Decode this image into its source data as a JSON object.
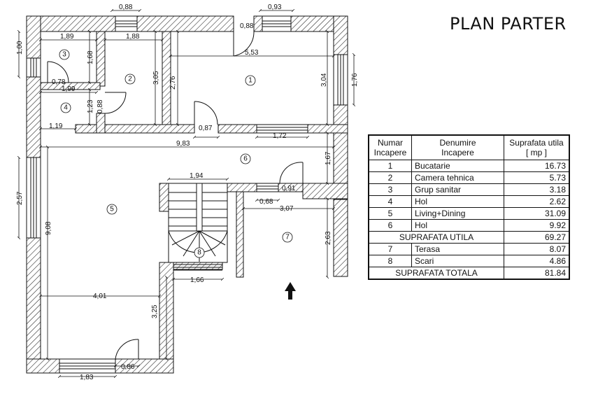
{
  "title": "PLAN PARTER",
  "table": {
    "headers": [
      "Numar\nIncapere",
      "Denumire\nIncapere",
      "Suprafata utila\n[ mp ]"
    ],
    "rows": [
      {
        "nr": "1",
        "name": "Bucatarie",
        "area": "16.73"
      },
      {
        "nr": "2",
        "name": "Camera tehnica",
        "area": "5.73"
      },
      {
        "nr": "3",
        "name": "Grup sanitar",
        "area": "3.18"
      },
      {
        "nr": "4",
        "name": "Hol",
        "area": "2.62"
      },
      {
        "nr": "5",
        "name": "Living+Dining",
        "area": "31.09"
      },
      {
        "nr": "6",
        "name": "Hol",
        "area": "9.92"
      }
    ],
    "subtotal": {
      "label": "SUPRAFATA UTILA",
      "value": "69.27"
    },
    "rows2": [
      {
        "nr": "7",
        "name": "Terasa",
        "area": "8.07"
      },
      {
        "nr": "8",
        "name": "Scari",
        "area": "4.86"
      }
    ],
    "total": {
      "label": "SUPRAFATA TOTALA",
      "value": "81.84"
    }
  },
  "dims": {
    "d088a": "0,88",
    "d093": "0,93",
    "d088b": "0,88",
    "d100": "1,00",
    "d189": "1,89",
    "d188": "1,88",
    "d553": "5,53",
    "d168": "1,68",
    "d305": "3,05",
    "d276": "2,76",
    "d304": "3,04",
    "d176": "1,76",
    "d078": "0,78",
    "d199": "1,99",
    "d123": "1,23",
    "d088c": "0,88",
    "d119": "1,19",
    "d087": "0,87",
    "d172": "1,72",
    "d983": "9,83",
    "d167": "1,67",
    "d257": "2,57",
    "d194": "1,94",
    "d091": "0,91",
    "d068": "0,68",
    "d307": "3,07",
    "d908": "9,08",
    "d263": "2,63",
    "d401": "4,01",
    "d166": "1,66",
    "d325": "3,25",
    "d086": "0,86",
    "d183": "1,83"
  },
  "rooms": [
    "1",
    "2",
    "3",
    "4",
    "5",
    "6",
    "7",
    "8"
  ]
}
